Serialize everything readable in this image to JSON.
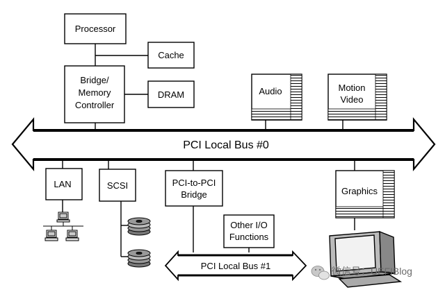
{
  "nodes": {
    "processor": "Processor",
    "cache": "Cache",
    "bridge": [
      "Bridge/",
      "Memory",
      "Controller"
    ],
    "dram": "DRAM",
    "audio": "Audio",
    "motion_video": [
      "Motion",
      "Video"
    ],
    "lan": "LAN",
    "scsi": "SCSI",
    "pci_pci_bridge": [
      "PCI-to-PCI",
      "Bridge"
    ],
    "other_io": [
      "Other I/O",
      "Functions"
    ],
    "graphics": "Graphics"
  },
  "buses": {
    "main": "PCI Local Bus #0",
    "secondary": "PCI Local Bus #1"
  },
  "watermark": "微信号：UEFIBlog",
  "icons": [
    "network-icon",
    "disk-icon",
    "monitor-icon",
    "wechat-icon"
  ]
}
